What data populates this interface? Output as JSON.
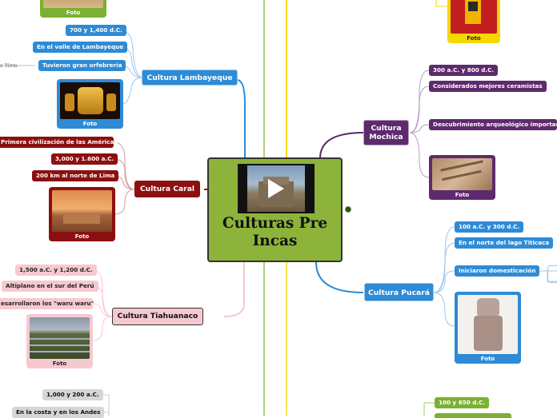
{
  "central": {
    "title": "Culturas Pre Incas"
  },
  "top_left": {
    "photo_label": "Foto"
  },
  "top_right": {
    "photo_label": "Foto"
  },
  "lambayeque": {
    "title": "Cultura Lambayeque",
    "items": [
      "700 y 1,400 d.C.",
      "En el valle de Lambayeque",
      "Tuvieron gran orfebrería"
    ],
    "side_text": "o llimo",
    "photo_label": "Foto"
  },
  "caral": {
    "title": "Cultura Caral",
    "items": [
      "Primera civilización de las Américas",
      "3,000 y 1.600 a.C.",
      "200 km al norte de Lima"
    ],
    "photo_label": "Foto"
  },
  "tiahuanaco": {
    "title": "Cultura Tiahuanaco",
    "items": [
      "1,500 a.C. y 1,200 d.C.",
      "Altiplano en el sur del Perú",
      "esarrollaron los \"waru waru\""
    ],
    "photo_label": "Foto"
  },
  "bottom_left": {
    "items": [
      "1,000 y 200 a.C.",
      "En la costa y en los Andes"
    ]
  },
  "mochica": {
    "title": "Cultura Mochica",
    "items": [
      "300 a.C. y 800 d.C.",
      "Considerados mejores ceramistas",
      "Descubrimiento arqueológico importante"
    ],
    "photo_label": "Foto"
  },
  "pucara": {
    "title": "Cultura Pucará",
    "items": [
      "100 a.C. y 300 d.C.",
      "En el norte del lago Titicaca",
      "Iniciaron domesticación"
    ],
    "photo_label": "Foto"
  },
  "bottom_right": {
    "items": [
      "100 y 650 d.C."
    ]
  },
  "colors": {
    "lambayeque": "#2e8bd6",
    "caral": "#8c1010",
    "tiahuanaco": "#f6c9d1",
    "mochica": "#5e2a6d",
    "pucara": "#2e8bd6",
    "central": "#8db33a",
    "connector_green": "#7bb030",
    "connector_yellow": "#f5d800"
  }
}
